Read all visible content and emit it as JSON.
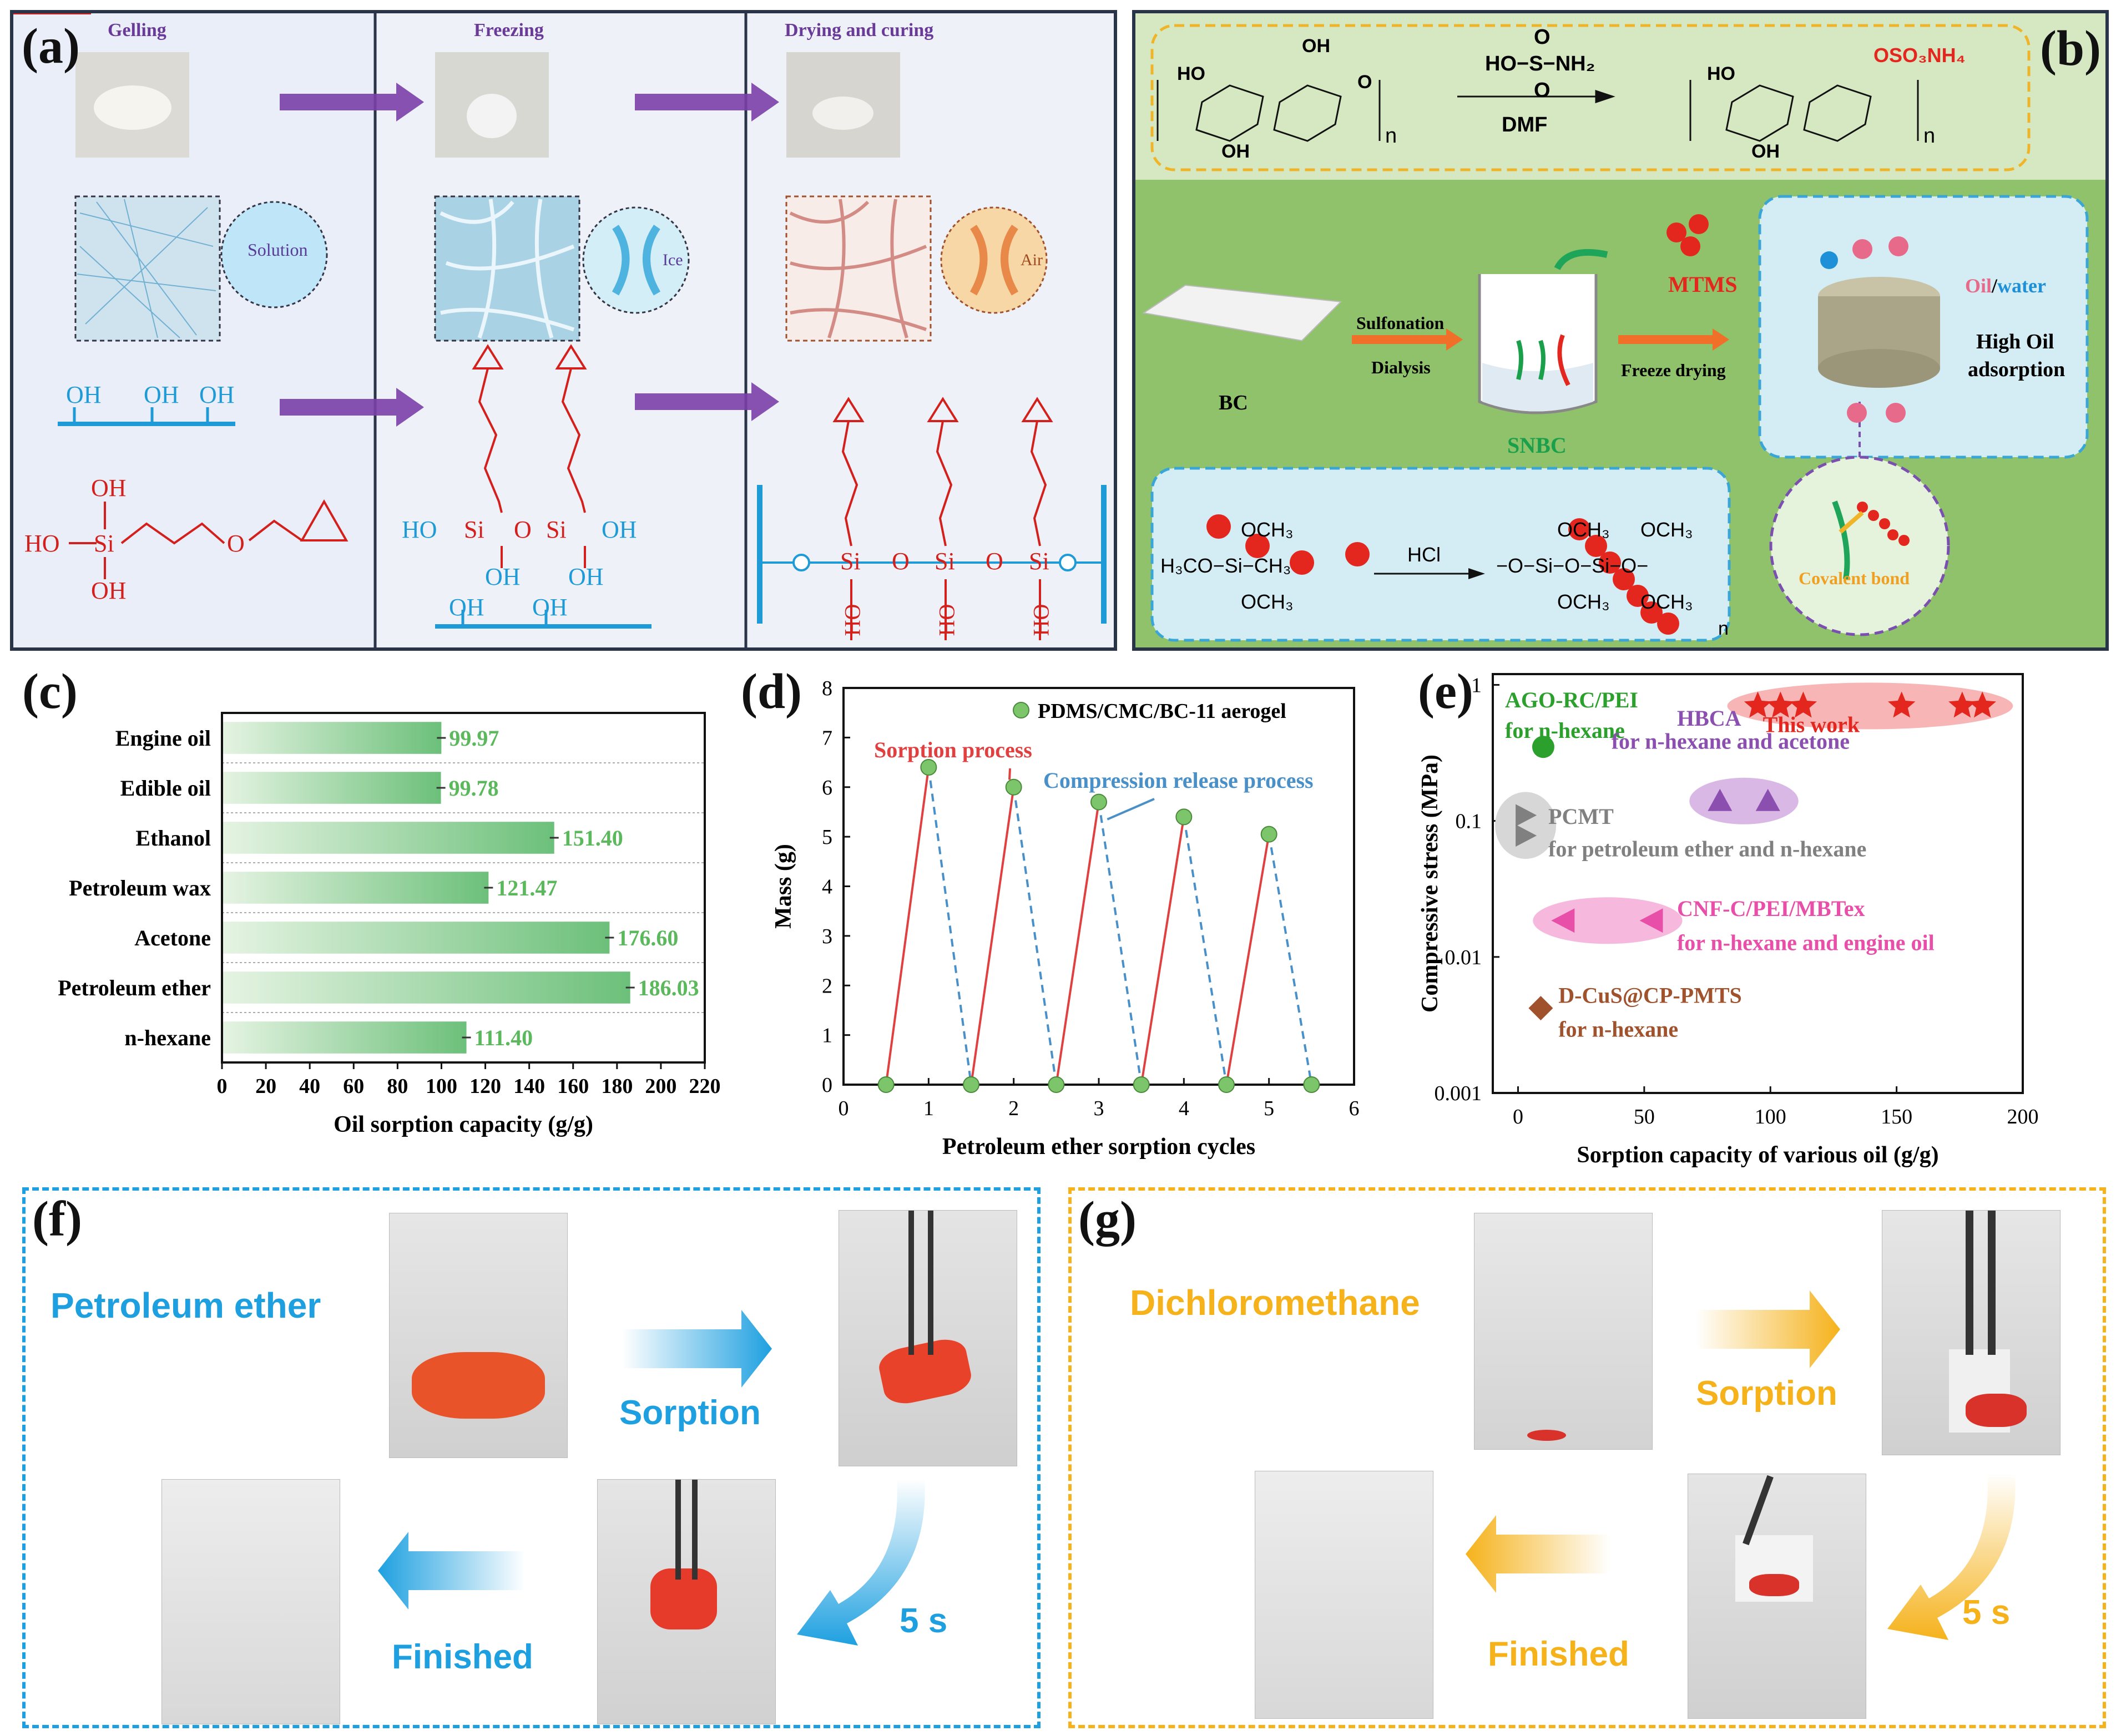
{
  "panel_a": {
    "tag": "(a)",
    "stages": [
      "Gelling",
      "Freezing",
      "Drying and curing"
    ],
    "insets": [
      "Solution",
      "Ice",
      "Air"
    ],
    "chem_groups": {
      "oh_row": [
        "OH",
        "OH",
        "OH"
      ],
      "silane_oh_top": "OH",
      "silane_ho_left": "HO",
      "silane_si": "Si",
      "silane_o": "O",
      "silane_oh_bottom": "OH",
      "dimer_ho": "HO",
      "dimer_si": "Si",
      "dimer_o": "O",
      "dimer_oh": "OH",
      "surface_oh": [
        "OH",
        "OH"
      ],
      "cured_si": "Si",
      "cured_o": "O",
      "cured_ho": "HO"
    },
    "colors": {
      "frame": "#2a3448",
      "bg": "#eef1f8",
      "arrow": "#7a3fa8",
      "red": "#d4201c",
      "blue": "#1e9bd7"
    }
  },
  "panel_b": {
    "tag": "(b)",
    "reaction_top": {
      "reagent": "HO−S−NH₂",
      "reagent_o_top": "O",
      "reagent_o_bottom": "O",
      "solvent": "DMF",
      "product_group": "OSO₃NH₄",
      "n": "n",
      "ho": "HO",
      "oh": "OH",
      "o": "O"
    },
    "process": {
      "bc": "BC",
      "step1_top": "Sulfonation",
      "step1_bottom": "Dialysis",
      "snbc": "SNBC",
      "mtms": "MTMS",
      "step2": "Freeze drying",
      "oil": "Oil",
      "slash": "/",
      "water": "water",
      "result": [
        "High Oil",
        "adsorption"
      ]
    },
    "reaction_bottom": {
      "left": [
        "OCH₃",
        "H₃CO−Si−CH₃",
        "OCH₃"
      ],
      "reagent": "HCl",
      "right_top": [
        "OCH₃",
        "OCH₃"
      ],
      "right_mid": "−O−Si−O−Si−O−",
      "right_bottom": [
        "OCH₃",
        "OCH₃"
      ],
      "n": "n"
    },
    "bond_label": "Covalent bond",
    "colors": {
      "top_box": "#f0b429",
      "lower_box": "#3aa6d6",
      "green_bg": "#8fc26a",
      "green_light": "#cfe6b4",
      "red": "#e3271f",
      "orange": "#f0702a",
      "purple": "#7a4fb0"
    }
  },
  "panel_c": {
    "tag": "(c)",
    "chart_data": {
      "type": "bar",
      "orientation": "horizontal",
      "categories": [
        "Engine oil",
        "Edible oil",
        "Ethanol",
        "Petroleum wax",
        "Acetone",
        "Petroleum ether",
        "n-hexane"
      ],
      "values": [
        99.97,
        99.78,
        151.4,
        121.47,
        176.6,
        186.03,
        111.4
      ],
      "value_labels": [
        "99.97",
        "99.78",
        "151.40",
        "121.47",
        "176.60",
        "186.03",
        "111.40"
      ],
      "xlabel": "Oil sorption capacity (g/g)",
      "ylabel": "",
      "xlim": [
        0,
        220
      ],
      "xticks": [
        "0",
        "20",
        "40",
        "60",
        "80",
        "100",
        "120",
        "140",
        "160",
        "180",
        "200",
        "220"
      ],
      "bar_color": "#6cc07a",
      "label_color": "#5cb85c"
    }
  },
  "panel_d": {
    "tag": "(d)",
    "chart_data": {
      "type": "line",
      "legend": "PDMS/CMC/BC-11 aerogel",
      "legend_position": "top-right",
      "x": [
        0.5,
        1,
        1.5,
        2,
        2.5,
        3,
        3.5,
        4,
        4.5,
        5,
        5.5
      ],
      "y": [
        0,
        6.4,
        0,
        6.0,
        0,
        5.7,
        0,
        5.4,
        0,
        5.05,
        0
      ],
      "annotations": [
        "Sorption process",
        "Compression release process"
      ],
      "xlabel": "Petroleum ether sorption cycles",
      "ylabel": "Mass (g)",
      "xlim": [
        0,
        6
      ],
      "ylim": [
        0,
        8
      ],
      "xticks": [
        "0",
        "1",
        "2",
        "3",
        "4",
        "5",
        "6"
      ],
      "yticks": [
        "0",
        "1",
        "2",
        "3",
        "4",
        "5",
        "6",
        "7",
        "8"
      ],
      "colors": {
        "sorption": "#e04040",
        "release": "#4a90c8",
        "marker": "#7cc56a"
      }
    }
  },
  "panel_e": {
    "tag": "(e)",
    "chart_data": {
      "type": "scatter",
      "y_scale": "log",
      "xlabel": "Sorption capacity of various oil (g/g)",
      "ylabel": "Compressive stress (MPa)",
      "xlim": [
        -10,
        200
      ],
      "ylim": [
        0.001,
        1.2
      ],
      "xticks": [
        "0",
        "50",
        "100",
        "150",
        "200"
      ],
      "yticks": [
        "1",
        "0.1",
        "0.01",
        "0.001"
      ],
      "series": [
        {
          "name": "This work",
          "label": [
            "This work"
          ],
          "marker": "star",
          "color": "#e3271f",
          "points": [
            [
              95,
              0.7
            ],
            [
              104,
              0.7
            ],
            [
              113,
              0.7
            ],
            [
              152,
              0.7
            ],
            [
              176,
              0.7
            ],
            [
              184,
              0.7
            ]
          ]
        },
        {
          "name": "AGO-RC/PEI",
          "label": [
            "AGO-RC/PEI",
            "for n-hexane"
          ],
          "marker": "circle",
          "color": "#2ca02c",
          "points": [
            [
              10,
              0.35
            ]
          ]
        },
        {
          "name": "HBCA",
          "label": [
            "HBCA",
            "for n-hexane and acetone"
          ],
          "marker": "triangle-up",
          "color": "#8b4fb0",
          "points": [
            [
              80,
              0.14
            ],
            [
              99,
              0.14
            ]
          ]
        },
        {
          "name": "PCMT",
          "label": [
            "PCMT",
            "for petroleum ether and n-hexane"
          ],
          "marker": "triangle-right",
          "color": "#808080",
          "points": [
            [
              3,
              0.11
            ],
            [
              3,
              0.078
            ]
          ]
        },
        {
          "name": "CNF-C/PEI/MBTex",
          "label": [
            "CNF-C/PEI/MBTex",
            "for n-hexane and engine oil"
          ],
          "marker": "triangle-left",
          "color": "#e84fa8",
          "points": [
            [
              18,
              0.0185
            ],
            [
              53,
              0.0185
            ]
          ]
        },
        {
          "name": "D-CuS@CP-PMTS",
          "label": [
            "D-CuS@CP-PMTS",
            "for n-hexane"
          ],
          "marker": "diamond",
          "color": "#a0522d",
          "points": [
            [
              9,
              0.0042
            ]
          ]
        }
      ]
    }
  },
  "panel_f": {
    "tag": "(f)",
    "solvent": "Petroleum ether",
    "steps": [
      "Sorption",
      "5 s",
      "Finished"
    ],
    "color": "#1ea0e0"
  },
  "panel_g": {
    "tag": "(g)",
    "solvent": "Dichloromethane",
    "steps": [
      "Sorption",
      "5 s",
      "Finished"
    ],
    "color": "#f5b21b"
  }
}
